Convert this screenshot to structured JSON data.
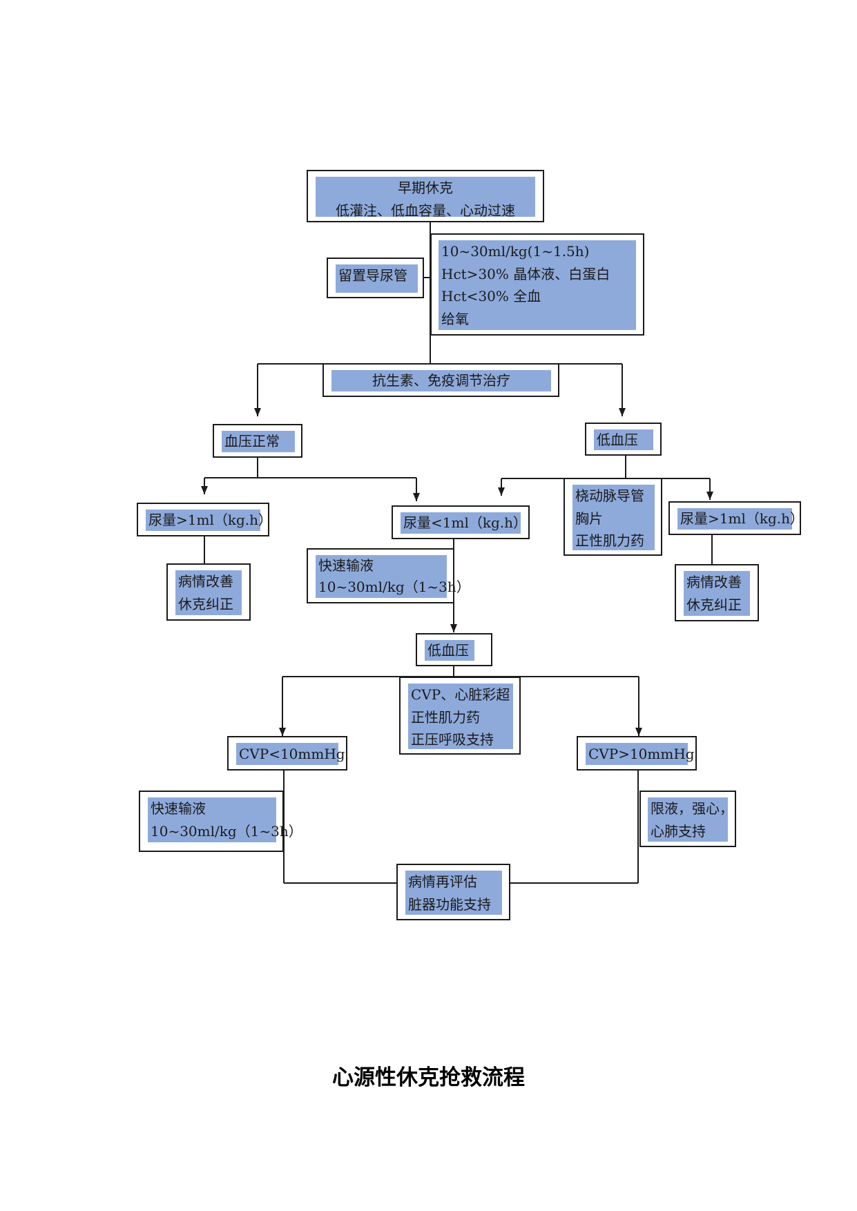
{
  "title": "心源性休克抢救流程",
  "nodes": {
    "early_shock": {
      "lines": [
        "早期休克",
        "低灌注、低血容量、心动过速"
      ]
    },
    "catheter": {
      "lines": [
        "留置导尿管"
      ]
    },
    "fluid": {
      "lines": [
        "10~30ml/kg(1~1.5h)",
        "Hct>30%  晶体液、白蛋白",
        "Hct<30%  全血",
        "给氧"
      ]
    },
    "antibiotic": {
      "lines": [
        "抗生素、免疫调节治疗"
      ]
    },
    "bp_normal": {
      "lines": [
        "血压正常"
      ]
    },
    "hypotension_1": {
      "lines": [
        "低血压"
      ]
    },
    "urine_gt_left": {
      "lines": [
        "尿量>1ml（kg.h）"
      ]
    },
    "urine_lt": {
      "lines": [
        "尿量<1ml（kg.h）"
      ]
    },
    "radial": {
      "lines": [
        "桡动脉导管",
        "胸片",
        "正性肌力药"
      ]
    },
    "urine_gt_right": {
      "lines": [
        "尿量>1ml（kg.h）"
      ]
    },
    "improve_left": {
      "lines": [
        "病情改善",
        "休克纠正"
      ]
    },
    "rapid_fluid_1": {
      "lines": [
        "快速输液",
        "10~30ml/kg（1~3h）"
      ]
    },
    "improve_right": {
      "lines": [
        "病情改善",
        "休克纠正"
      ]
    },
    "hypotension_2": {
      "lines": [
        "低血压"
      ]
    },
    "cvp_echo": {
      "lines": [
        "CVP、心脏彩超",
        "正性肌力药",
        "正压呼吸支持"
      ]
    },
    "cvp_low": {
      "lines": [
        "CVP<10mmHg"
      ]
    },
    "cvp_high": {
      "lines": [
        "CVP>10mmHg"
      ]
    },
    "rapid_fluid_2": {
      "lines": [
        "快速输液",
        "10~30ml/kg（1~3h）"
      ]
    },
    "restrict": {
      "lines": [
        "限液，强心，",
        "心肺支持"
      ]
    },
    "reassess": {
      "lines": [
        "病情再评估",
        "脏器功能支持"
      ]
    }
  },
  "colors": {
    "box_fill": "#8eaadb",
    "border": "#1a1a1a",
    "line": "#1a1a1a"
  }
}
